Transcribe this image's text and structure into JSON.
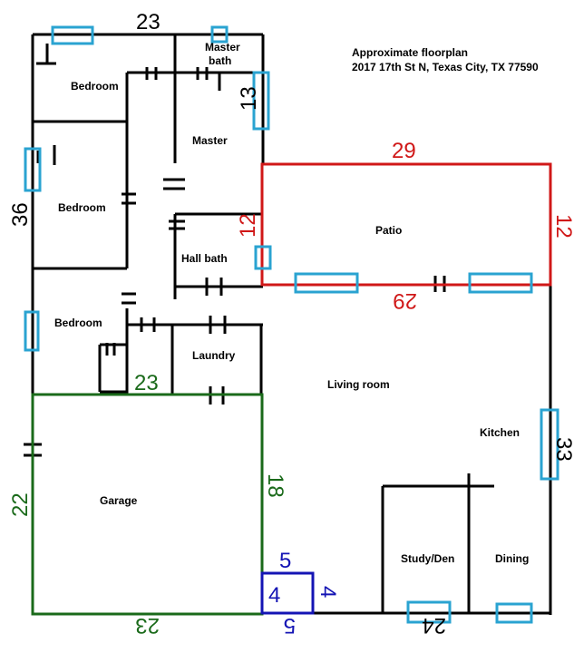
{
  "title": {
    "line1": "Approximate floorplan",
    "line2": "2017 17th St N, Texas City, TX 77590"
  },
  "rooms": {
    "bedroom_top": "Bedroom",
    "master_bath_line1": "Master",
    "master_bath_line2": "bath",
    "master": "Master",
    "bedroom_mid": "Bedroom",
    "hall_bath": "Hall bath",
    "bedroom_low": "Bedroom",
    "laundry": "Laundry",
    "patio": "Patio",
    "living_room": "Living room",
    "kitchen": "Kitchen",
    "garage": "Garage",
    "study_den": "Study/Den",
    "dining": "Dining"
  },
  "dimensions": {
    "house_top": "23",
    "house_left": "36",
    "master_bath_side": "13",
    "patio_top": "29",
    "patio_bottom": "29",
    "patio_left": "12",
    "patio_right": "12",
    "garage_top": "23",
    "garage_left": "22",
    "garage_right": "18",
    "garage_bottom": "23",
    "right_wall": "33",
    "bottom_wall": "24",
    "nook_top": "5",
    "nook_left": "4",
    "nook_right": "4",
    "nook_bottom": "5"
  },
  "colors": {
    "wall": "#000000",
    "window": "#2aa3d1",
    "patio": "#d01818",
    "garage": "#1a6a1a",
    "nook": "#1414b4"
  }
}
